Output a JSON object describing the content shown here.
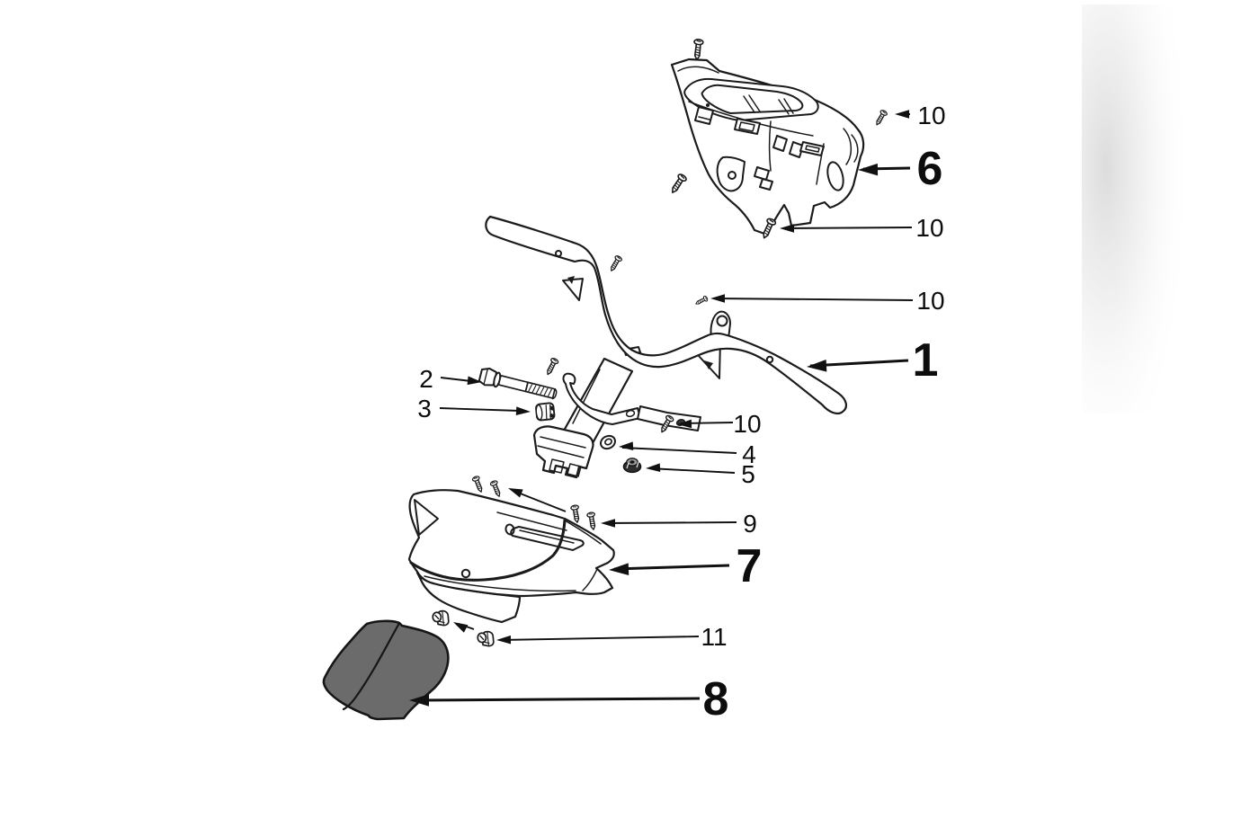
{
  "diagram": {
    "background_color": "#ffffff",
    "line_color": "#1b1b1b",
    "fender_fill_color": "#6b6b6b",
    "shadow_band_color": "#d6d6d6",
    "callouts": {
      "ref10_top": {
        "text": "10"
      },
      "ref6": {
        "text": "6"
      },
      "ref10_upper": {
        "text": "10"
      },
      "ref10_middle": {
        "text": "10"
      },
      "ref1": {
        "text": "1"
      },
      "ref2": {
        "text": "2"
      },
      "ref3": {
        "text": "3"
      },
      "ref10_lower": {
        "text": "10"
      },
      "ref4": {
        "text": "4"
      },
      "ref5": {
        "text": "5"
      },
      "ref9": {
        "text": "9"
      },
      "ref7": {
        "text": "7"
      },
      "ref11": {
        "text": "11"
      },
      "ref8": {
        "text": "8"
      }
    }
  }
}
